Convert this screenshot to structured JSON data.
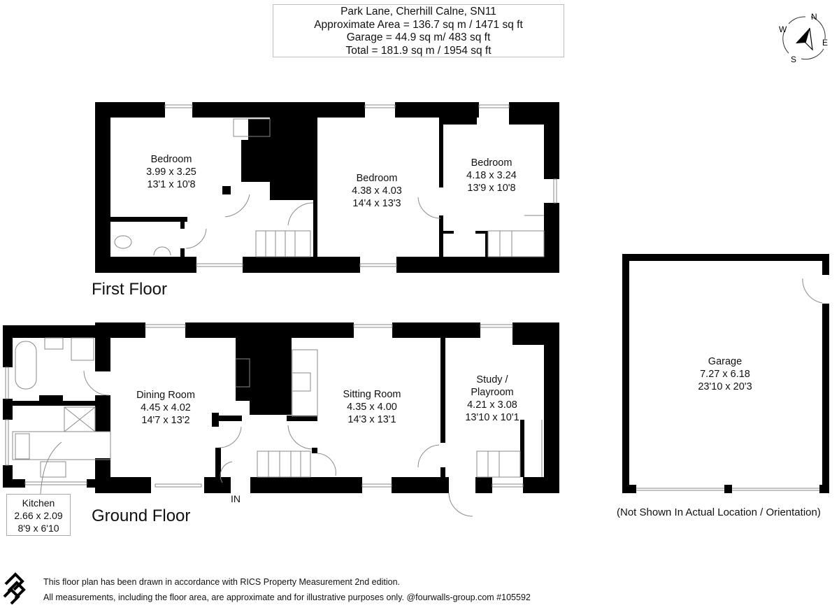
{
  "header": {
    "address": "Park Lane, Cherhill Calne, SN11",
    "approx_area": "Approximate Area = 136.7 sq m / 1471 sq ft",
    "garage_area": "Garage = 44.9 sq m/ 483 sq ft",
    "total_area": "Total = 181.9 sq m / 1954 sq ft"
  },
  "compass": {
    "north": "N",
    "east": "E",
    "south": "S",
    "west": "W"
  },
  "first_floor": {
    "title": "First Floor",
    "rooms": [
      {
        "name": "Bedroom",
        "metric": "3.99 x 3.25",
        "imperial": "13'1 x 10'8"
      },
      {
        "name": "Bedroom",
        "metric": "4.38 x 4.03",
        "imperial": "14'4 x 13'3"
      },
      {
        "name": "Bedroom",
        "metric": "4.18 x 3.24",
        "imperial": "13'9 x 10'8"
      }
    ]
  },
  "ground_floor": {
    "title": "Ground Floor",
    "entrance_label": "IN",
    "rooms": [
      {
        "name": "Dining Room",
        "metric": "4.45 x 4.02",
        "imperial": "14'7 x 13'2"
      },
      {
        "name": "Sitting Room",
        "metric": "4.35 x 4.00",
        "imperial": "14'3 x 13'1"
      },
      {
        "name": "Study /",
        "name2": "Playroom",
        "metric": "4.21 x 3.08",
        "imperial": "13'10 x 10'1"
      },
      {
        "name": "Kitchen",
        "metric": "2.66 x 2.09",
        "imperial": "8'9 x 6'10"
      }
    ]
  },
  "garage": {
    "name": "Garage",
    "metric": "7.27 x 6.18",
    "imperial": "23'10 x 20'3",
    "note": "(Not Shown In Actual Location / Orientation)"
  },
  "footer": {
    "line1": "This floor plan has been drawn in accordance with RICS Property Measurement 2nd edition.",
    "line2": "All measurements, including the floor area, are approximate and for illustrative purposes only. @fourwalls-group.com #105592"
  },
  "colors": {
    "wall": "#000000",
    "line": "#9a9a9a",
    "background": "#ffffff",
    "box_border": "#bdbdbd"
  }
}
